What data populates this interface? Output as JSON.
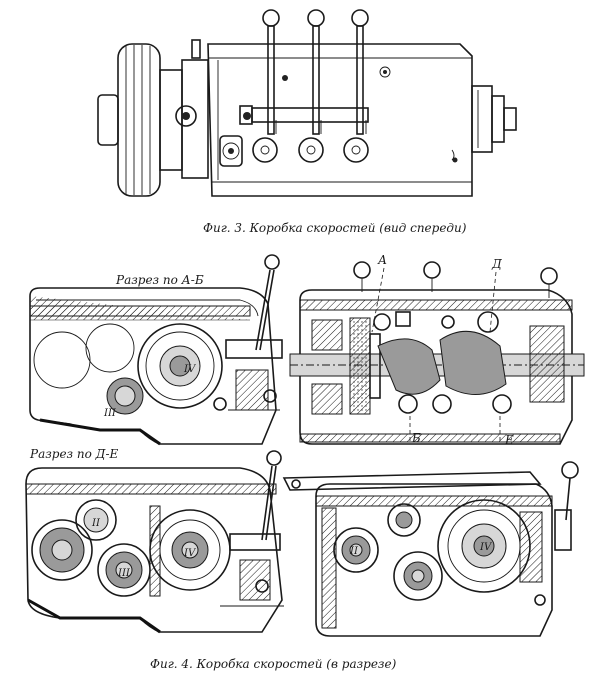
{
  "figure3": {
    "caption": "Фиг. 3. Коробка скоростей (вид спереди)"
  },
  "figure4": {
    "caption": "Фиг. 4. Коробка скоростей (в разрезе)",
    "section_ab": "Разрез по А-Б",
    "section_de": "Разрез по Д-Е",
    "labels": {
      "a": "А",
      "d": "Д",
      "b": "Б",
      "e": "Е",
      "iv_top": "IV",
      "iii_top": "III",
      "ii_mid": "II",
      "iii_mid": "III",
      "iv_mid": "IV",
      "ii_right": "II",
      "iv_right": "IV"
    }
  }
}
